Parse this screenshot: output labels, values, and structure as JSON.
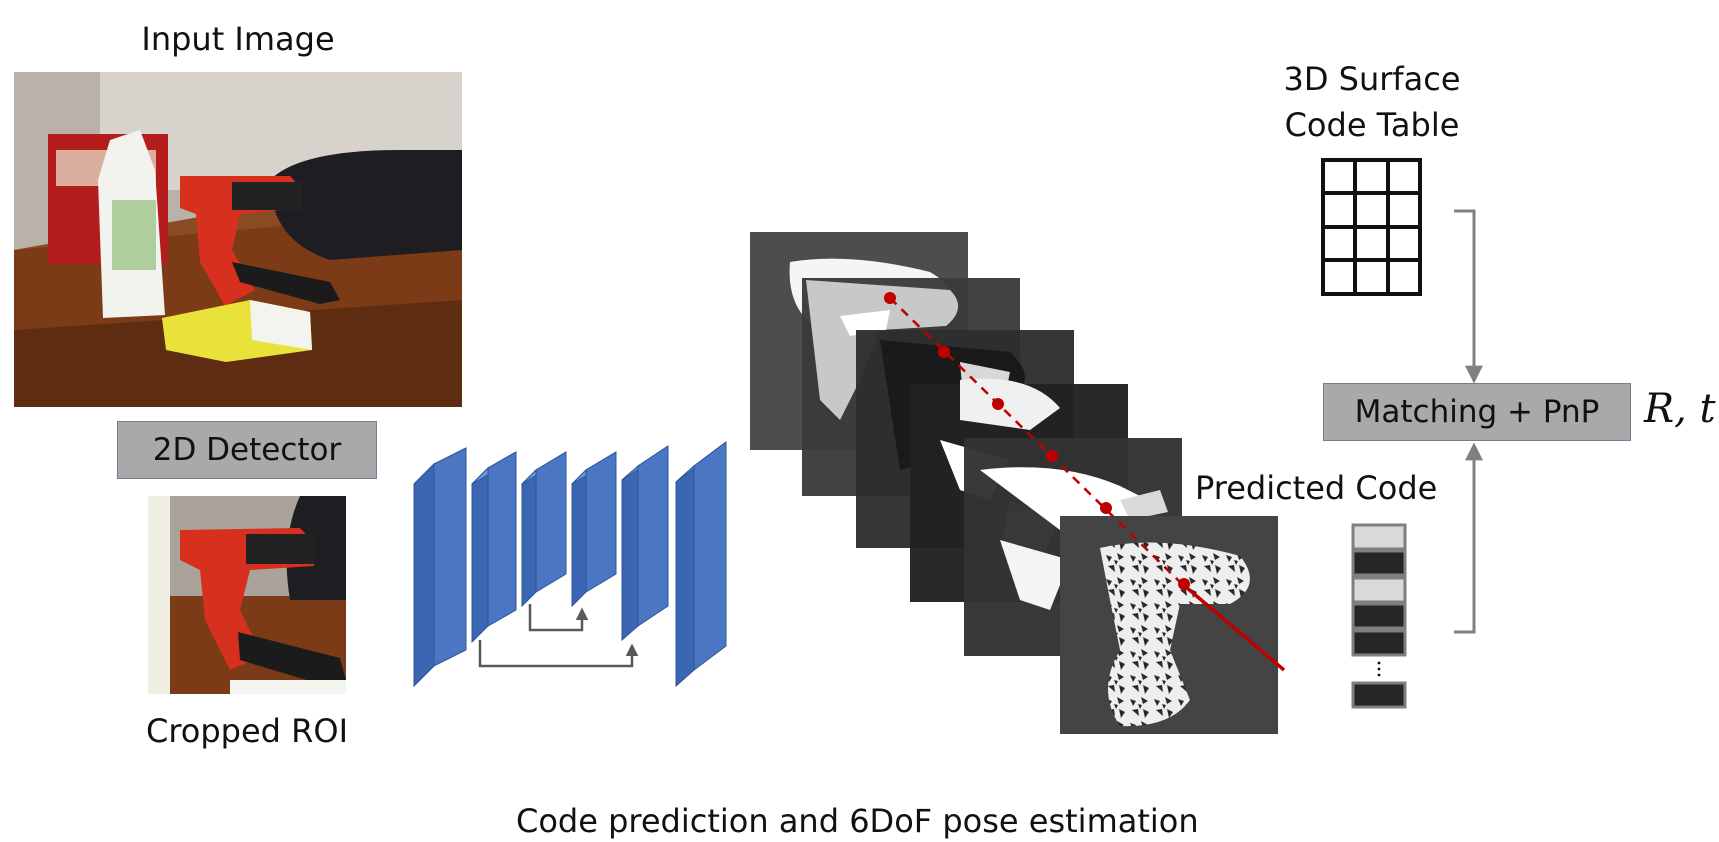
{
  "labels": {
    "input_image": "Input Image",
    "detector": "2D Detector",
    "cropped_roi": "Cropped ROI",
    "surface_table_line1": "3D Surface",
    "surface_table_line2": "Code Table",
    "matching": "Matching + PnP",
    "pose_output": "R, t",
    "predicted_code": "Predicted Code",
    "caption": "Code prediction and 6DoF pose estimation"
  },
  "colors": {
    "encoder_blue": "#4a76c4",
    "encoder_blue_dark": "#2f5597",
    "box_gray": "#a9a9a9",
    "red_line": "#c00000",
    "arrow_gray": "#808080"
  },
  "icons": {
    "input_photo": "photo-icon",
    "roi_photo": "cropped-photo-icon",
    "table": "grid-table-icon",
    "network": "encoder-decoder-icon",
    "code_bits": "code-stack-icon"
  }
}
